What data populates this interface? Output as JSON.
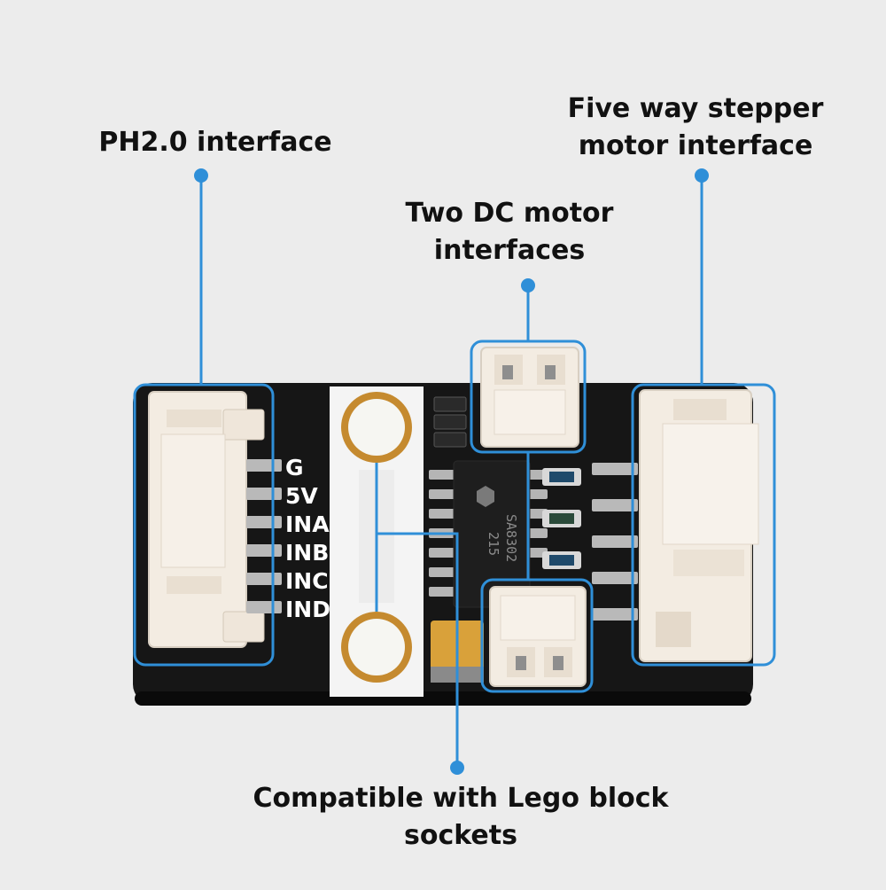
{
  "callouts": {
    "ph20": {
      "lines": [
        "PH2.0 interface"
      ]
    },
    "stepper": {
      "lines": [
        "Five way stepper",
        "motor interface"
      ]
    },
    "dc": {
      "lines": [
        "Two DC motor",
        "interfaces"
      ]
    },
    "lego": {
      "lines": [
        "Compatible with Lego block",
        "sockets"
      ]
    }
  },
  "board": {
    "pin_labels": [
      "G",
      "5V",
      "INA",
      "INB",
      "INC",
      "IND"
    ],
    "chip_marking": [
      "SA8302",
      "215"
    ]
  },
  "colors": {
    "callout_line": "#2f8fd8",
    "board": "#161616",
    "connector": "#f1e9df",
    "background": "#ececec"
  }
}
